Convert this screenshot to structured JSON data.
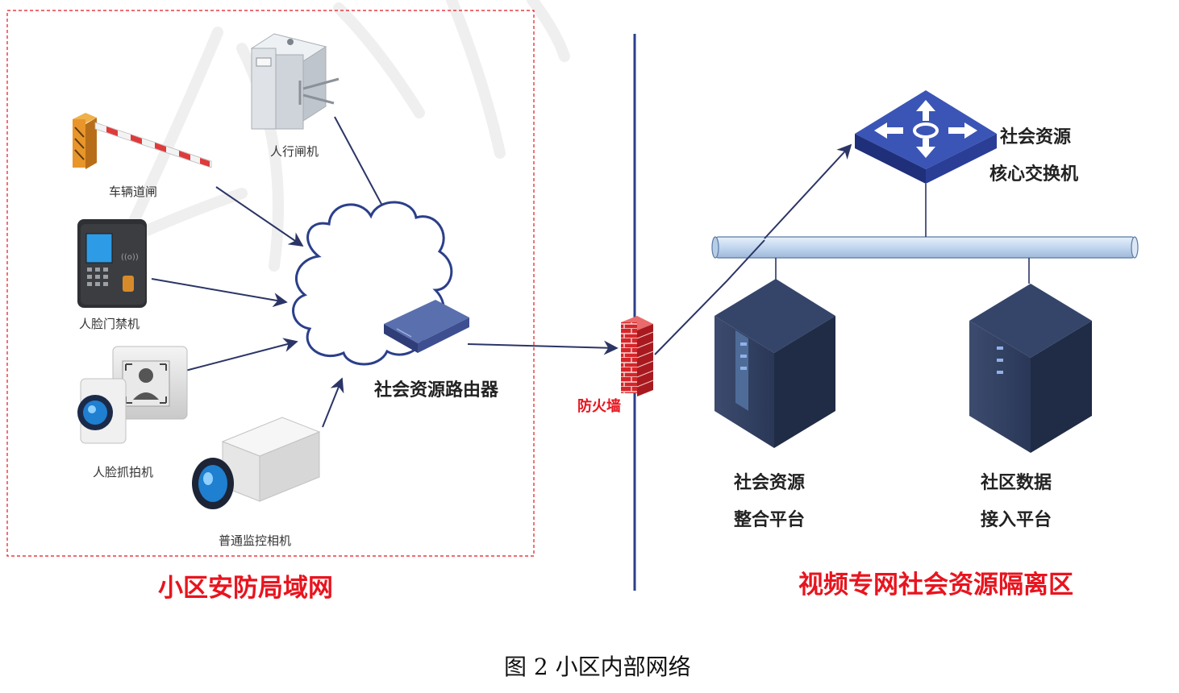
{
  "figure": {
    "caption": "图 2 小区内部网络"
  },
  "zones": {
    "left_title": "小区安防局域网",
    "right_title": "视频专网社会资源隔离区"
  },
  "devices": {
    "turnstile": "人行闸机",
    "barrier": "车辆道闸",
    "face_access": "人脸门禁机",
    "face_capture": "人脸抓拍机",
    "camera": "普通监控相机",
    "router": "社会资源路由器",
    "firewall": "防火墙",
    "core_switch_line1": "社会资源",
    "core_switch_line2": "核心交换机",
    "server1_line1": "社会资源",
    "server1_line2": "整合平台",
    "server2_line1": "社区数据",
    "server2_line2": "接入平台"
  },
  "colors": {
    "zone_border": "#e8141e",
    "arrow": "#2b3566",
    "divider": "#2b3f8a",
    "bus": "#c9dbef",
    "title_red": "#e8141e"
  }
}
